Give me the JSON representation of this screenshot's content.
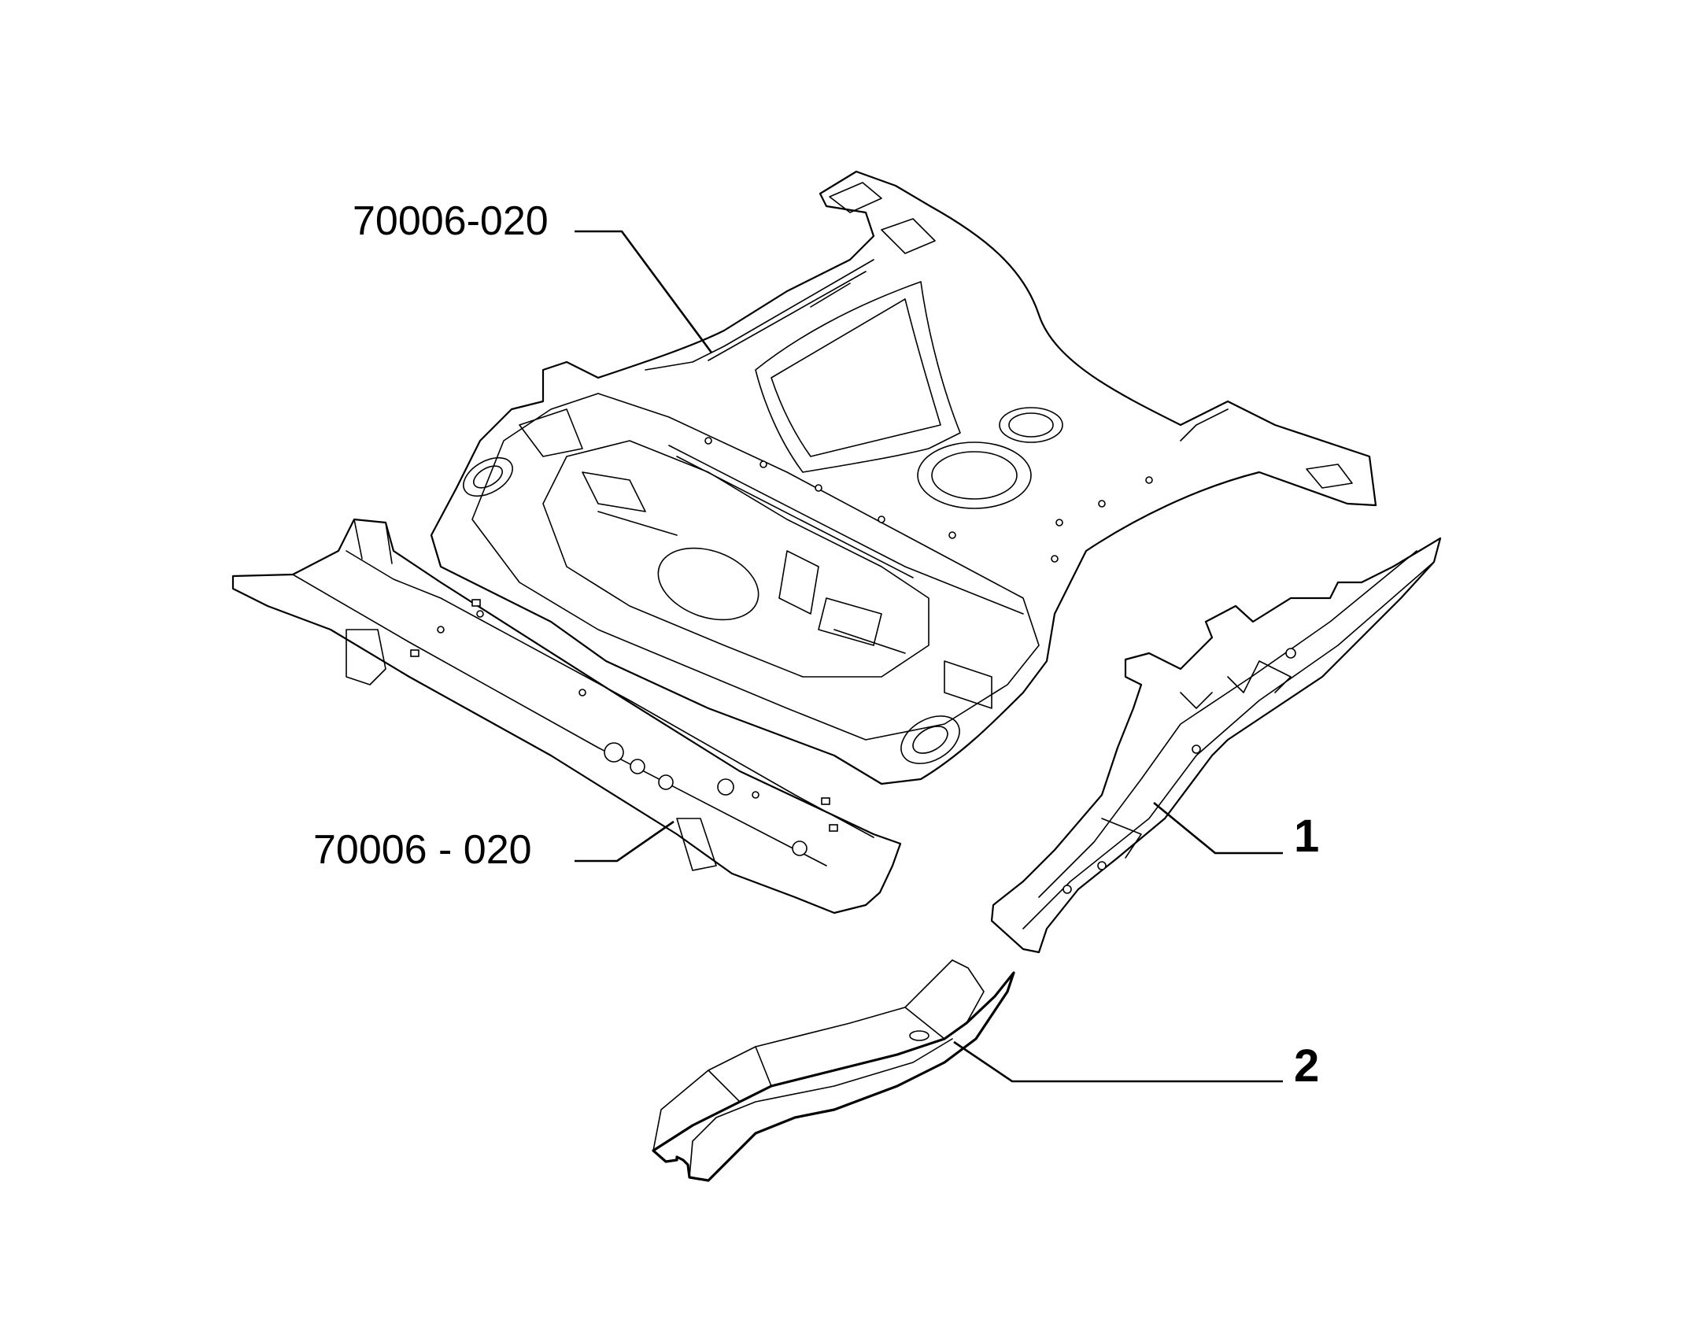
{
  "callouts": {
    "floor_panel_ref": "70006-020",
    "crossmember_ref": "70006 - 020",
    "side_member_ref": "1",
    "rear_rail_ref": "2"
  }
}
